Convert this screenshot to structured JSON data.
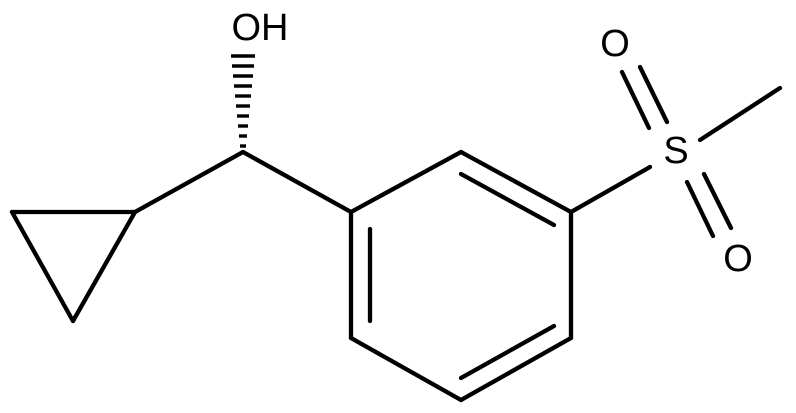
{
  "atoms": {
    "hydroxyl": "OH",
    "sulfur": "S",
    "sulfonyl_oxygen_top": "O",
    "sulfonyl_oxygen_bottom": "O"
  },
  "colors": {
    "line": "#000000",
    "background": "#ffffff"
  }
}
